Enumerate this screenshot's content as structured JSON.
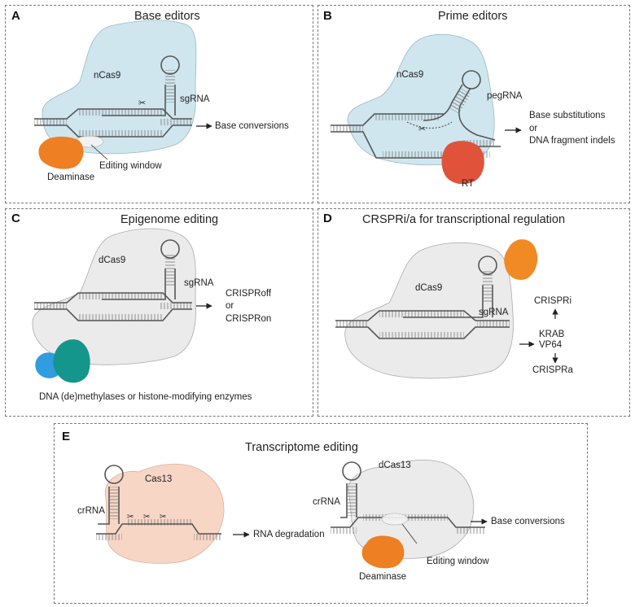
{
  "panels": [
    {
      "letter": "A",
      "title": "Base editors",
      "labels": {
        "protein": "nCas9",
        "guide": "sgRNA",
        "outcome": "Base conversions",
        "enzyme": "Deaminase",
        "window": "Editing window"
      }
    },
    {
      "letter": "B",
      "title": "Prime editors",
      "labels": {
        "protein": "nCas9",
        "guide": "pegRNA",
        "outcome_1": "Base substitutions",
        "outcome_2": "or",
        "outcome_3": "DNA fragment indels",
        "enzyme": "RT"
      }
    },
    {
      "letter": "C",
      "title": "Epigenome editing",
      "labels": {
        "protein": "dCas9",
        "guide": "sgRNA",
        "outcome_1": "CRISPRoff",
        "outcome_2": "or",
        "outcome_3": "CRISPRon",
        "enzyme": "DNA (de)methylases or histone-modifying enzymes"
      }
    },
    {
      "letter": "D",
      "title": "CRSPRi/a for transcriptional regulation",
      "labels": {
        "protein": "dCas9",
        "guide": "sgRNA",
        "up": "CRISPRi",
        "effector_1": "KRAB",
        "effector_2": "VP64",
        "down": "CRISPRa"
      }
    },
    {
      "letter": "E",
      "title": "Transcriptome editing",
      "labels": {
        "protein_left": "Cas13",
        "guide_left": "crRNA",
        "outcome_left": "RNA degradation",
        "protein_right": "dCas13",
        "guide_right": "crRNA",
        "outcome_right": "Base conversions",
        "window": "Editing window",
        "enzyme": "Deaminase"
      }
    }
  ],
  "colors": {
    "base_editor_protein": "#cfe6ee",
    "dead_protein": "#ebebeb",
    "cas13_protein": "#f7d6c6",
    "deaminase": "#ee7f22",
    "reverse_transcriptase": "#e0533a",
    "epi_teal": "#14968c",
    "epi_blue": "#2f9de0",
    "crispr_effector": "#f08a24",
    "strand": "#555555"
  }
}
